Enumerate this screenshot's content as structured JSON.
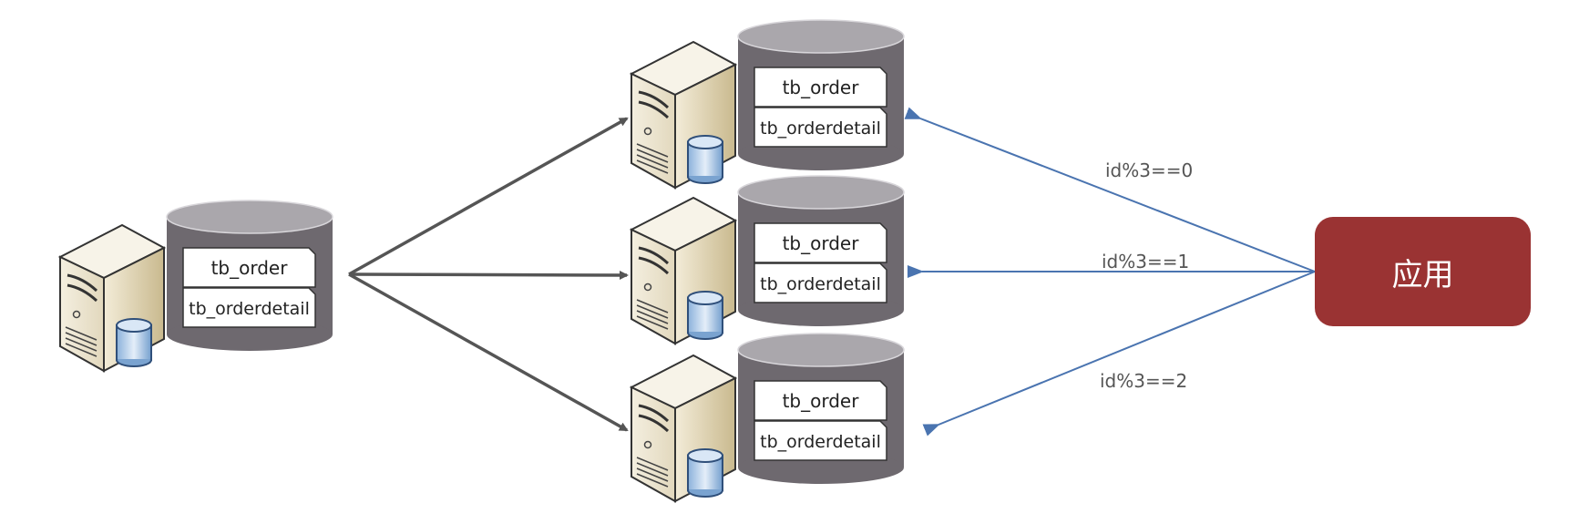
{
  "colors": {
    "background": "#ffffff",
    "cylinder_top": "#aaa7ac",
    "cylinder_body": "#6e696f",
    "gray_arrow": "#555555",
    "blue_arrow": "#4a74b0",
    "app_box": "#9a3333",
    "app_text": "#ffffff"
  },
  "source_db": {
    "tables": [
      "tb_order",
      "tb_orderdetail"
    ]
  },
  "shards": [
    {
      "tables": [
        "tb_order",
        "tb_orderdetail"
      ],
      "condition": "id%3==0"
    },
    {
      "tables": [
        "tb_order",
        "tb_orderdetail"
      ],
      "condition": "id%3==1"
    },
    {
      "tables": [
        "tb_order",
        "tb_orderdetail"
      ],
      "condition": "id%3==2"
    }
  ],
  "app": {
    "label": "应用"
  }
}
